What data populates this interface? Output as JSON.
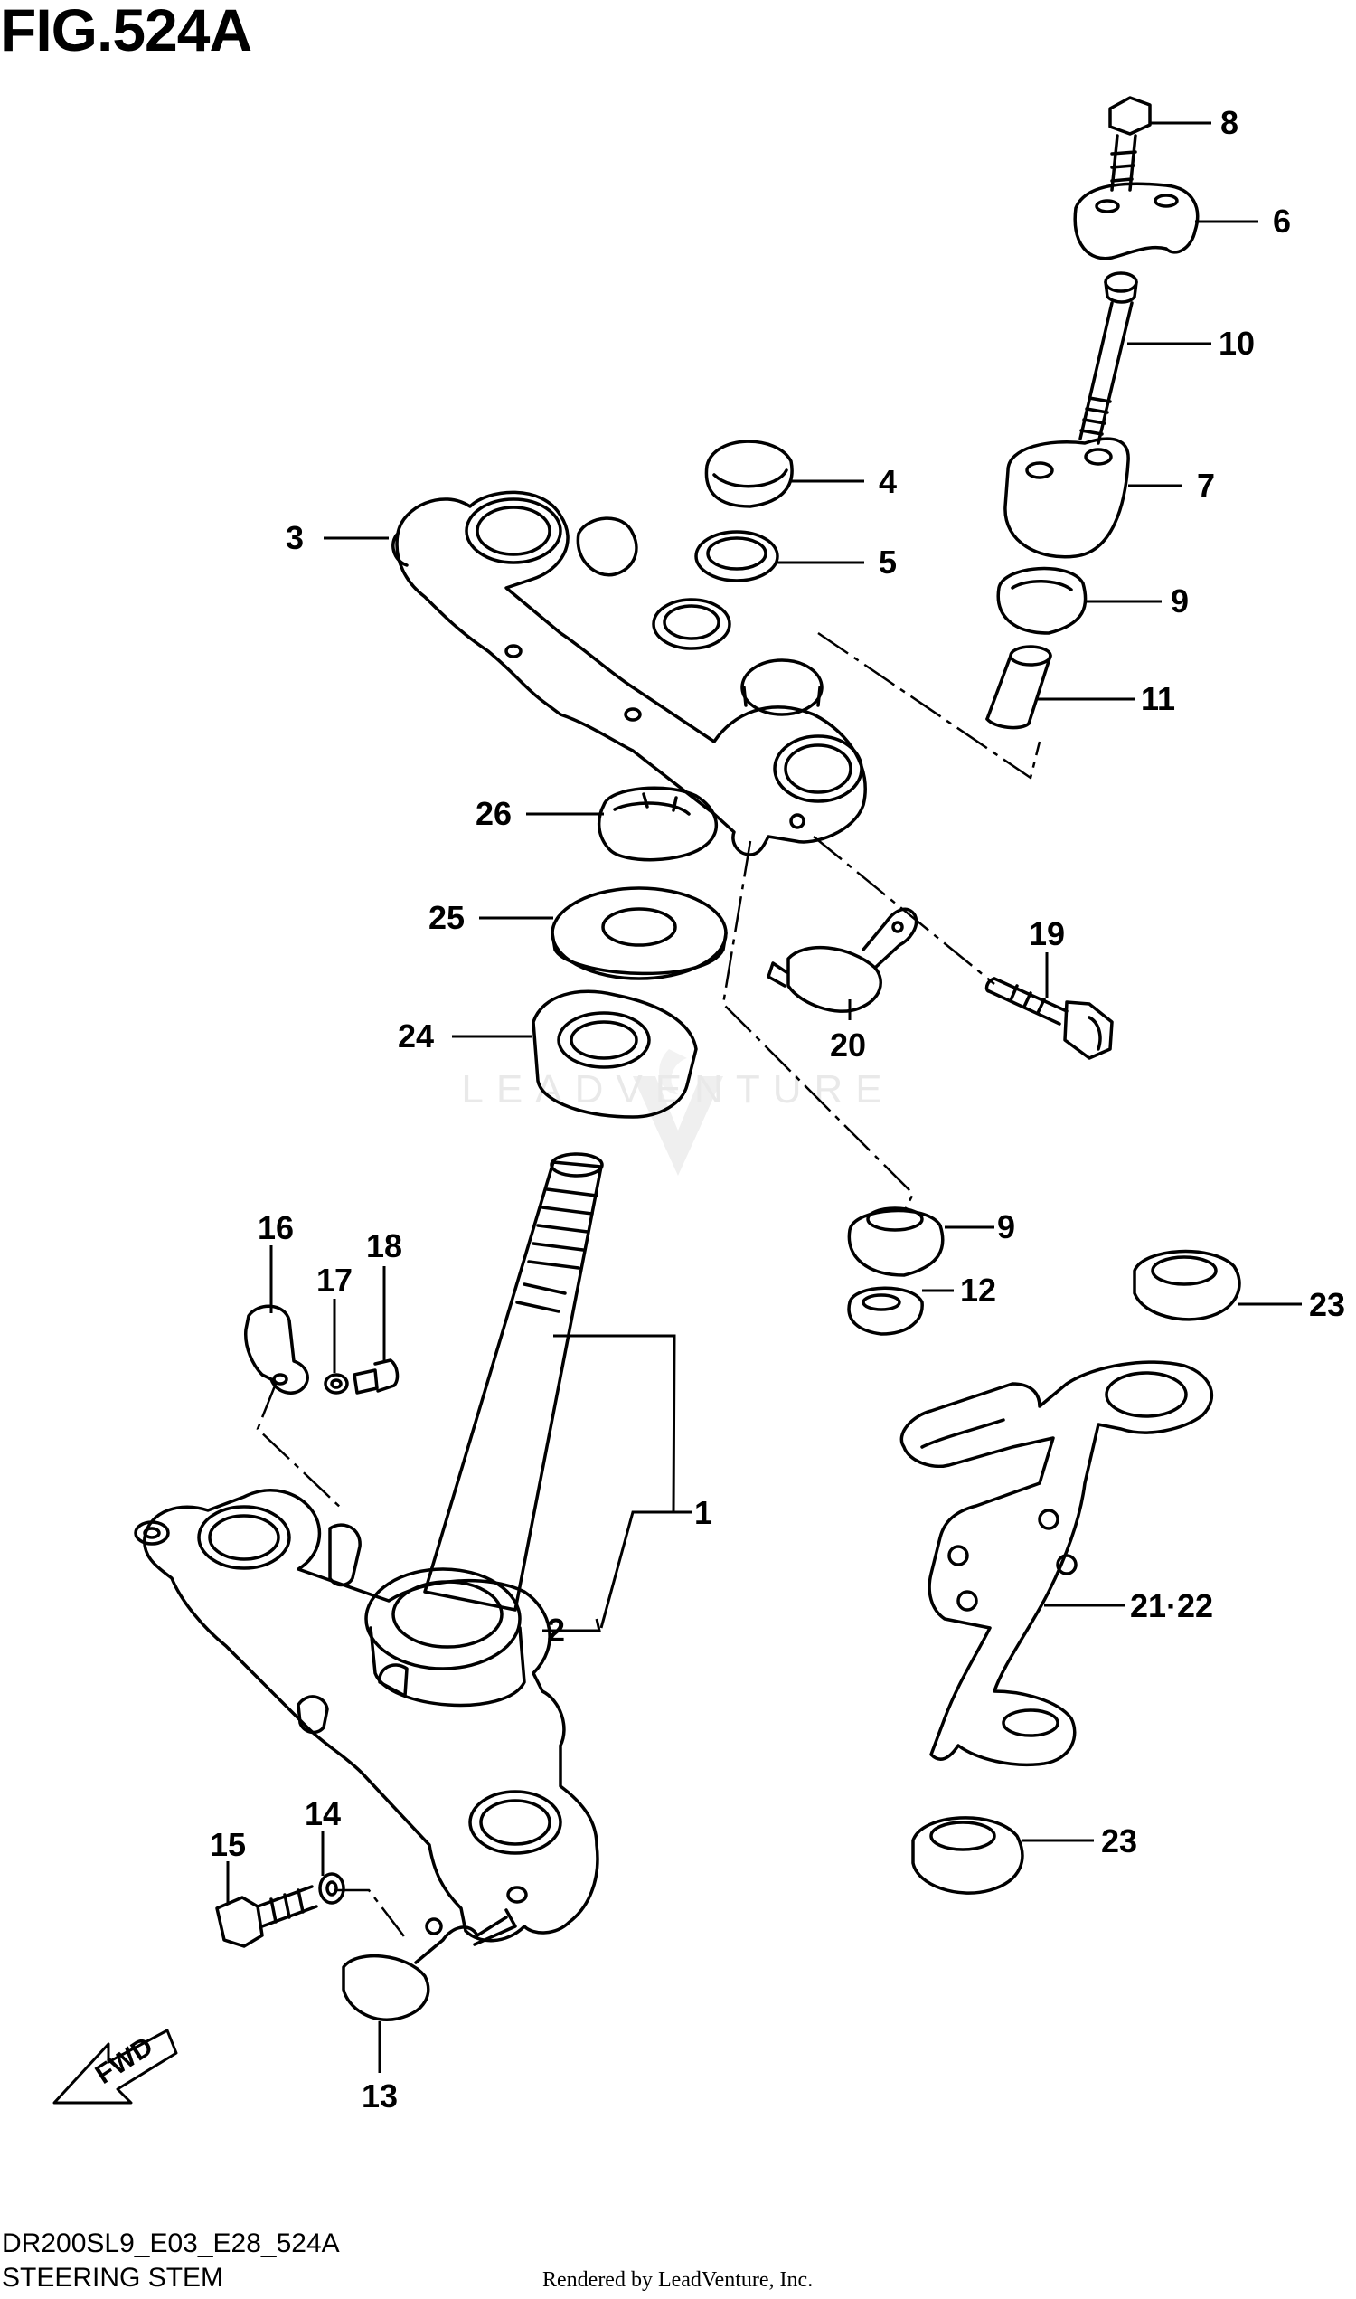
{
  "figure": {
    "title": "FIG.524A"
  },
  "watermark": {
    "text": "LEADVENTURE"
  },
  "fwd_label": "FWD",
  "callouts": [
    {
      "id": "c1",
      "label": "1"
    },
    {
      "id": "c2",
      "label": "2"
    },
    {
      "id": "c3",
      "label": "3"
    },
    {
      "id": "c4",
      "label": "4"
    },
    {
      "id": "c5",
      "label": "5"
    },
    {
      "id": "c6",
      "label": "6"
    },
    {
      "id": "c7",
      "label": "7"
    },
    {
      "id": "c8",
      "label": "8"
    },
    {
      "id": "c9a",
      "label": "9"
    },
    {
      "id": "c9b",
      "label": "9"
    },
    {
      "id": "c10",
      "label": "10"
    },
    {
      "id": "c11",
      "label": "11"
    },
    {
      "id": "c12",
      "label": "12"
    },
    {
      "id": "c13",
      "label": "13"
    },
    {
      "id": "c14",
      "label": "14"
    },
    {
      "id": "c15",
      "label": "15"
    },
    {
      "id": "c16",
      "label": "16"
    },
    {
      "id": "c17",
      "label": "17"
    },
    {
      "id": "c18",
      "label": "18"
    },
    {
      "id": "c19",
      "label": "19"
    },
    {
      "id": "c20",
      "label": "20"
    },
    {
      "id": "c2122",
      "label": "21·22"
    },
    {
      "id": "c23a",
      "label": "23"
    },
    {
      "id": "c23b",
      "label": "23"
    },
    {
      "id": "c24",
      "label": "24"
    },
    {
      "id": "c25",
      "label": "25"
    },
    {
      "id": "c26",
      "label": "26"
    }
  ],
  "footer": {
    "model_code": "DR200SL9_E03_E28_524A",
    "caption": "STEERING STEM",
    "credit": "Rendered by LeadVenture, Inc."
  }
}
